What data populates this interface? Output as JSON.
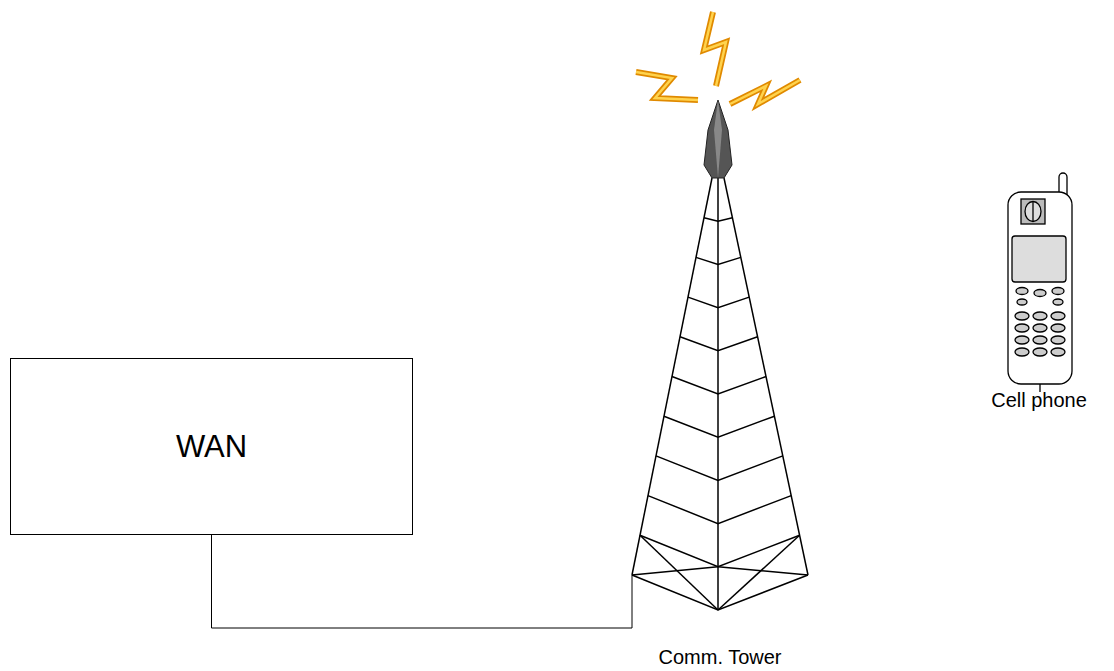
{
  "diagram": {
    "nodes": [
      {
        "text": [
          "WAN"
        ]
      },
      {
        "text": [
          "Comm. Tower"
        ]
      },
      {
        "text": [
          "Cell phone"
        ]
      }
    ],
    "edges": [
      {
        "from": 0,
        "to": 1,
        "arrow": "none"
      }
    ]
  }
}
